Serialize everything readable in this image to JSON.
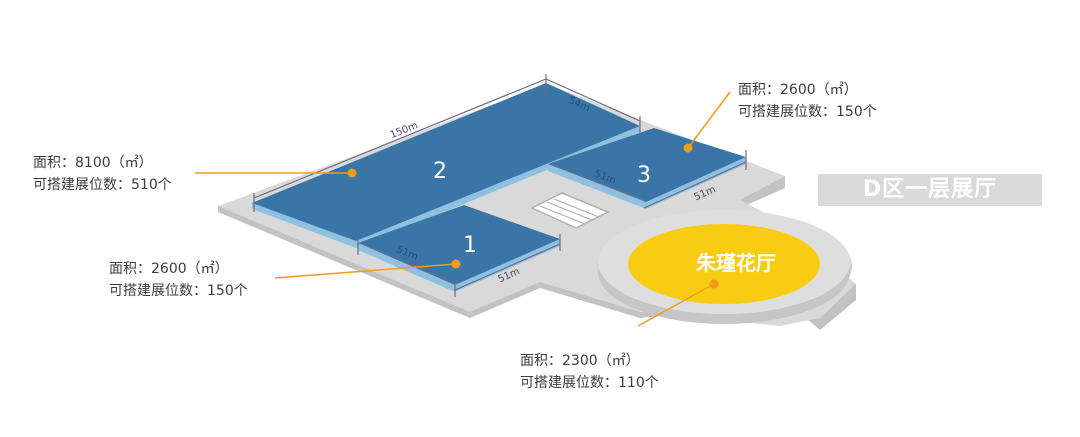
{
  "hall_title": "D区一层展厅",
  "halls": [
    {
      "number": "2",
      "area": "面积：8100（㎡）",
      "booths": "可搭建展位数：510个",
      "length": "150m",
      "width": "54m"
    },
    {
      "number": "3",
      "area": "面积：2600（㎡）",
      "booths": "可搭建展位数：150个",
      "length": "51m",
      "width": "51m"
    },
    {
      "number": "1",
      "area": "面积：2600（㎡）",
      "booths": "可搭建展位数：150个",
      "length": "51m",
      "width": "51m"
    }
  ],
  "flower_hall": {
    "name": "朱瑾花厅",
    "area": "面积：2300（㎡）",
    "booths": "可搭建展位数：110个"
  },
  "colors": {
    "floor": "#d9d9d9",
    "floor_edge": "#c2c2c2",
    "hall_blue": "#3a75a8",
    "hall_side": "#8fc0e0",
    "accent_yellow": "#f7cc12",
    "leader_orange": "#f29a1a",
    "dim_line": "#6b6b8a"
  }
}
